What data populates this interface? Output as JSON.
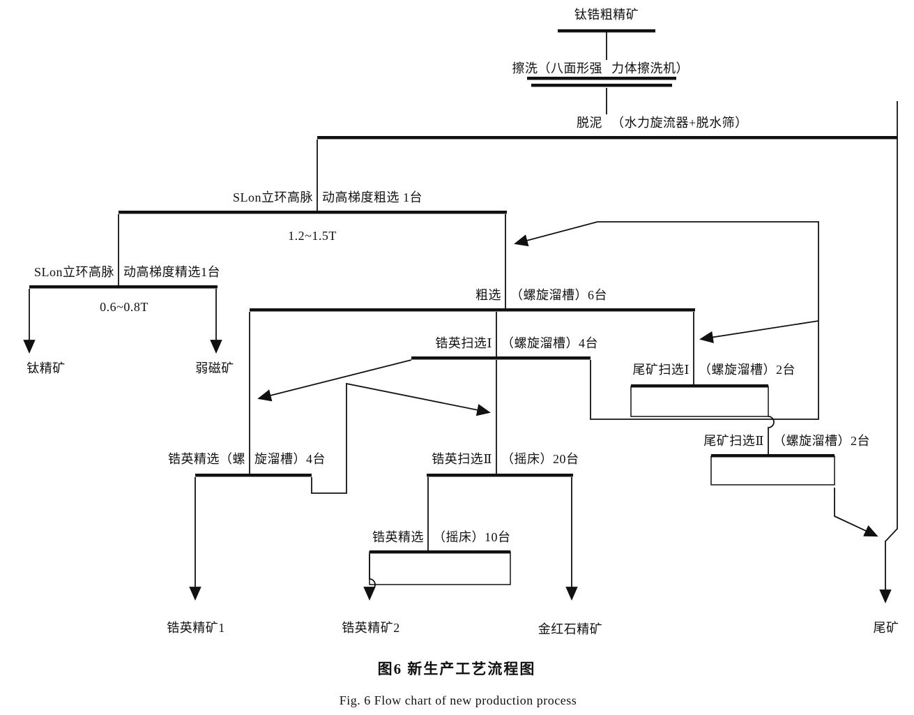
{
  "nodes": {
    "feed": "钛锆粗精矿",
    "scrubbing": {
      "left": "擦洗（八面形强",
      "right": "力体擦洗机）"
    },
    "desliming": {
      "left": "脱泥",
      "right": "（水力旋流器+脱水筛）"
    },
    "slon_rougher": {
      "left": "SLon立环高脉",
      "right": "动高梯度粗选 1台",
      "field_strength": "1.2~1.5T"
    },
    "slon_cleaner": {
      "left": "SLon立环高脉",
      "right": "动高梯度精选1台",
      "field_strength": "0.6~0.8T"
    },
    "spiral_rougher": {
      "left": "粗选",
      "right": "（螺旋溜槽）6台"
    },
    "zircon_scavenger_1": {
      "left": "锆英扫选Ⅰ",
      "right": "（螺旋溜槽）4台"
    },
    "tailings_scavenger_1": {
      "left": "尾矿扫选Ⅰ",
      "right": "（螺旋溜槽）2台"
    },
    "tailings_scavenger_2": {
      "left": "尾矿扫选Ⅱ",
      "right": "（螺旋溜槽）2台"
    },
    "zircon_cleaner_spiral": {
      "left": "锆英精选（螺",
      "right": "旋溜槽）4台"
    },
    "zircon_scavenger_2": {
      "left": "锆英扫选Ⅱ",
      "right": "（摇床）20台"
    },
    "zircon_cleaner_table": {
      "left": "锆英精选",
      "right": "（摇床）10台"
    }
  },
  "products": {
    "ti_concentrate": "钛精矿",
    "weak_magnetic": "弱磁矿",
    "zircon_concentrate_1": "锆英精矿1",
    "zircon_concentrate_2": "锆英精矿2",
    "rutile_concentrate": "金红石精矿",
    "tailings": "尾矿"
  },
  "captions": {
    "cn": "图6  新生产工艺流程图",
    "en": "Fig. 6  Flow chart of new production process"
  },
  "colors": {
    "line": "#111111",
    "background": "#ffffff"
  }
}
